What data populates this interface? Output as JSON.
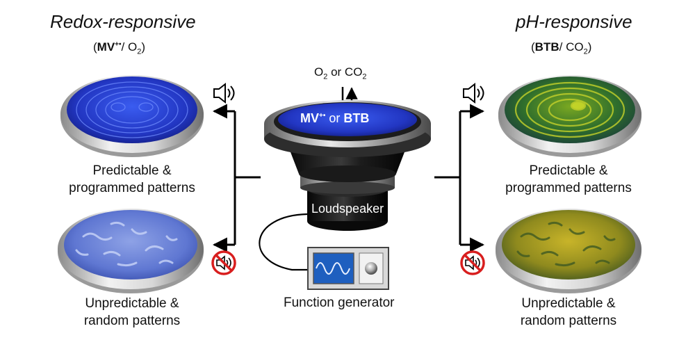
{
  "left_panel": {
    "title": "Redox-responsive",
    "system_open": "(",
    "system_species": "MV",
    "system_species_charge": "+•",
    "system_rest": "/ O",
    "system_rest_sub": "2",
    "system_close": ")",
    "top_caption_line1": "Predictable &",
    "top_caption_line2": "programmed patterns",
    "bottom_caption_line1": "Unpredictable &",
    "bottom_caption_line2": "random patterns"
  },
  "right_panel": {
    "title": "pH-responsive",
    "system_open": "(",
    "system_species": "BTB",
    "system_rest": "/ CO",
    "system_rest_sub": "2",
    "system_close": ")",
    "top_caption_line1": "Predictable &",
    "top_caption_line2": "programmed patterns",
    "bottom_caption_line1": "Unpredictable &",
    "bottom_caption_line2": "random patterns"
  },
  "center": {
    "gas_a": "O",
    "gas_a_sub": "2",
    "gas_or": " or CO",
    "gas_b_sub": "2",
    "solution_species_a": "MV",
    "solution_species_a_charge": "+•",
    "solution_or": " or ",
    "solution_species_b": "BTB",
    "speaker_label": "Loudspeaker",
    "generator_label": "Function generator"
  },
  "icons": {
    "sound_on": "speaker-sound-icon",
    "sound_off": "speaker-muted-icon",
    "wave": "sine-wave-icon",
    "knob": "knob-icon"
  },
  "colors": {
    "redox_blue": "#2a44c8",
    "ph_green": "#5f8f1c",
    "ph_yellow": "#b59d1f",
    "speaker_black": "#161616",
    "mute_red": "#d81e1e",
    "display_blue": "#1e5fbf"
  }
}
